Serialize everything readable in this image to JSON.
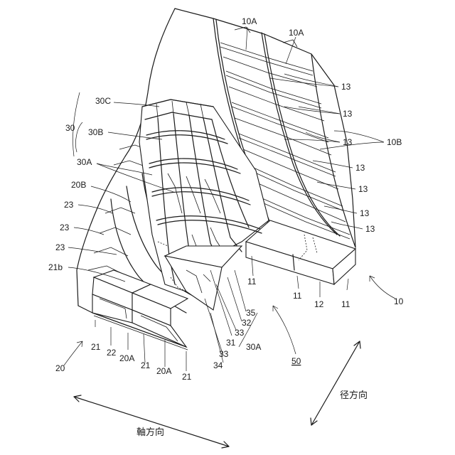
{
  "labels": {
    "l10A_a": "10A",
    "l10A_b": "10A",
    "l13": "13",
    "l10B": "10B",
    "l30": "30",
    "l30C": "30C",
    "l30B": "30B",
    "l30A_top": "30A",
    "l20B": "20B",
    "l23": "23",
    "l21b": "21b",
    "l11": "11",
    "l12": "12",
    "l10": "10",
    "l35": "35",
    "l32": "32",
    "l33": "33",
    "l31": "31",
    "l34": "34",
    "l30A_bot": "30A",
    "l50": "50",
    "l20": "20",
    "l21": "21",
    "l22": "22",
    "l20A": "20A",
    "radial": "径方向",
    "axial": "軸方向"
  }
}
